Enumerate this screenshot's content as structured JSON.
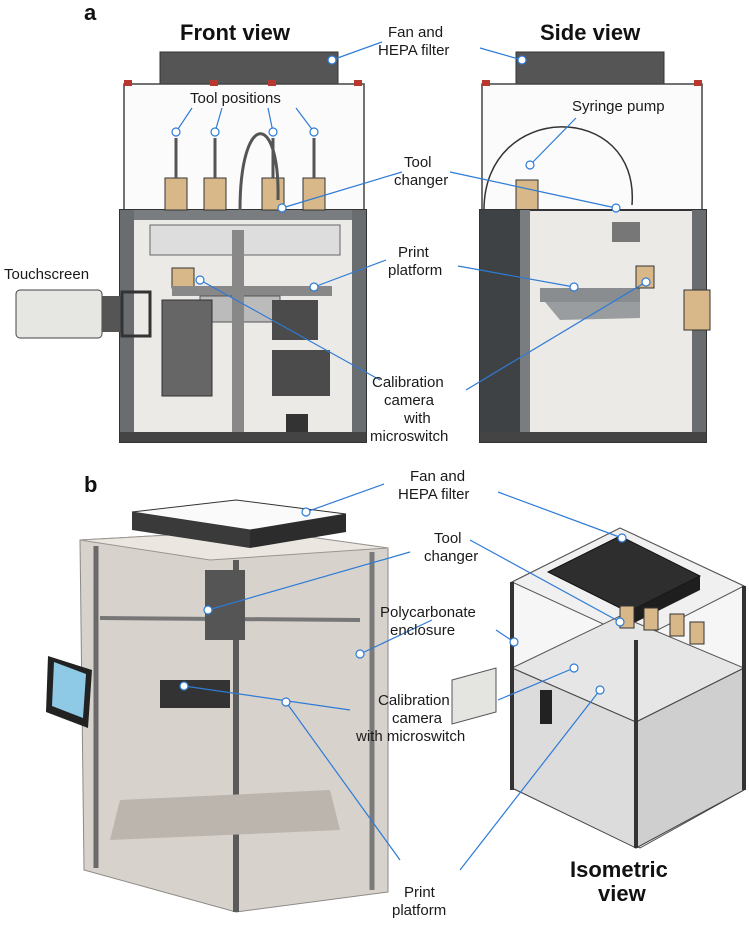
{
  "panels": {
    "a": "a",
    "b": "b"
  },
  "titles": {
    "front": "Front view",
    "side": "Side view",
    "iso_line1": "Isometric",
    "iso_line2": "view"
  },
  "labels": {
    "fan_a_1": "Fan and",
    "fan_a_2": "HEPA filter",
    "tool_positions": "Tool positions",
    "syringe_pump": "Syringe pump",
    "tool_changer_a_1": "Tool",
    "tool_changer_a_2": "changer",
    "touchscreen": "Touchscreen",
    "print_platform_a_1": "Print",
    "print_platform_a_2": "platform",
    "calib_a_1": "Calibration",
    "calib_a_2": "camera",
    "calib_a_3": "with",
    "calib_a_4": "microswitch",
    "fan_b_1": "Fan and",
    "fan_b_2": "HEPA filter",
    "tool_changer_b_1": "Tool",
    "tool_changer_b_2": "changer",
    "polycarb_1": "Polycarbonate",
    "polycarb_2": "enclosure",
    "calib_b_1": "Calibration",
    "calib_b_2": "camera",
    "calib_b_3": "with microswitch",
    "print_platform_b_1": "Print",
    "print_platform_b_2": "platform"
  },
  "colors": {
    "callout": "#2e7bd6",
    "frame": "#5f6266",
    "enclosure": "#c9c2bc",
    "filter": "#555555",
    "motor": "#d8b889"
  }
}
